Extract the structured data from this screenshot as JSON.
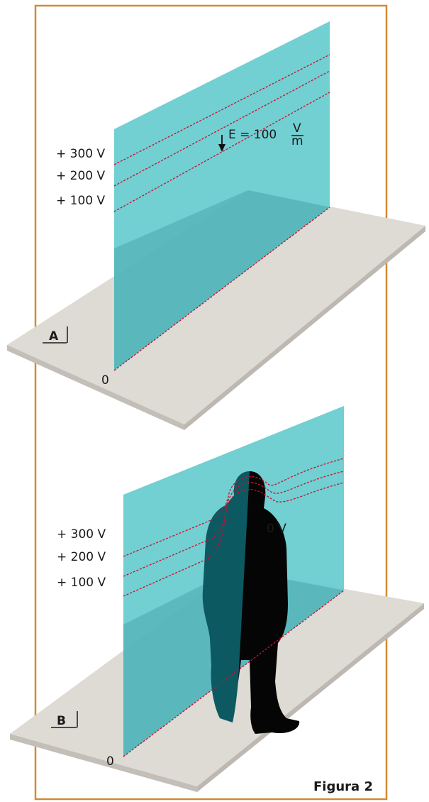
{
  "colors": {
    "frame": "#d38a32",
    "floor": "#dedad4",
    "floor_edge": "#c3bfb8",
    "panel": "#5ec8cc",
    "panel_dark": "#4aa9af",
    "person_shadow": "#0d5962",
    "person": "#050505",
    "equipotential": "#c8102e"
  },
  "panel_a": {
    "tag": "A",
    "field_label": "E = 100",
    "field_unit_num": "V",
    "field_unit_den": "m",
    "levels": [
      "+ 300 V",
      "+ 200 V",
      "+ 100 V"
    ],
    "ground": "0"
  },
  "panel_b": {
    "tag": "B",
    "levels": [
      "+ 300 V",
      "+ 200 V",
      "+ 100 V"
    ],
    "person_potential": "0 V",
    "ground": "0"
  },
  "figure_label": "Figura 2"
}
